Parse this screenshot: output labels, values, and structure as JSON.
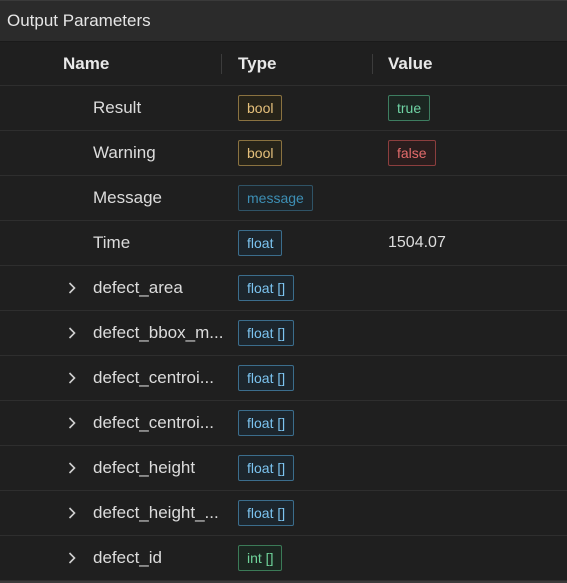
{
  "panel": {
    "title": "Output Parameters"
  },
  "columns": {
    "name": "Name",
    "type": "Type",
    "value": "Value"
  },
  "rows": [
    {
      "name": "Result",
      "type": "bool",
      "value": "true",
      "expandable": false
    },
    {
      "name": "Warning",
      "type": "bool",
      "value": "false",
      "expandable": false
    },
    {
      "name": "Message",
      "type": "message",
      "value": "",
      "expandable": false
    },
    {
      "name": "Time",
      "type": "float",
      "value": "1504.07",
      "expandable": false
    },
    {
      "name": "defect_area",
      "type": "float []",
      "value": "",
      "expandable": true
    },
    {
      "name": "defect_bbox_m...",
      "type": "float []",
      "value": "",
      "expandable": true
    },
    {
      "name": "defect_centroi...",
      "type": "float []",
      "value": "",
      "expandable": true
    },
    {
      "name": "defect_centroi...",
      "type": "float []",
      "value": "",
      "expandable": true
    },
    {
      "name": "defect_height",
      "type": "float []",
      "value": "",
      "expandable": true
    },
    {
      "name": "defect_height_...",
      "type": "float []",
      "value": "",
      "expandable": true
    },
    {
      "name": "defect_id",
      "type": "int []",
      "value": "",
      "expandable": true
    }
  ],
  "icons": {
    "expander": "chevron-right-icon"
  },
  "colors": {
    "background": "#1f1f1f",
    "header": "#2b2b2b",
    "bool": "#e5c07b",
    "float": "#7cc4f0",
    "int": "#6fd39a",
    "message": "#3d8fb5",
    "true": "#6fd3a4",
    "false": "#e36b6b"
  }
}
